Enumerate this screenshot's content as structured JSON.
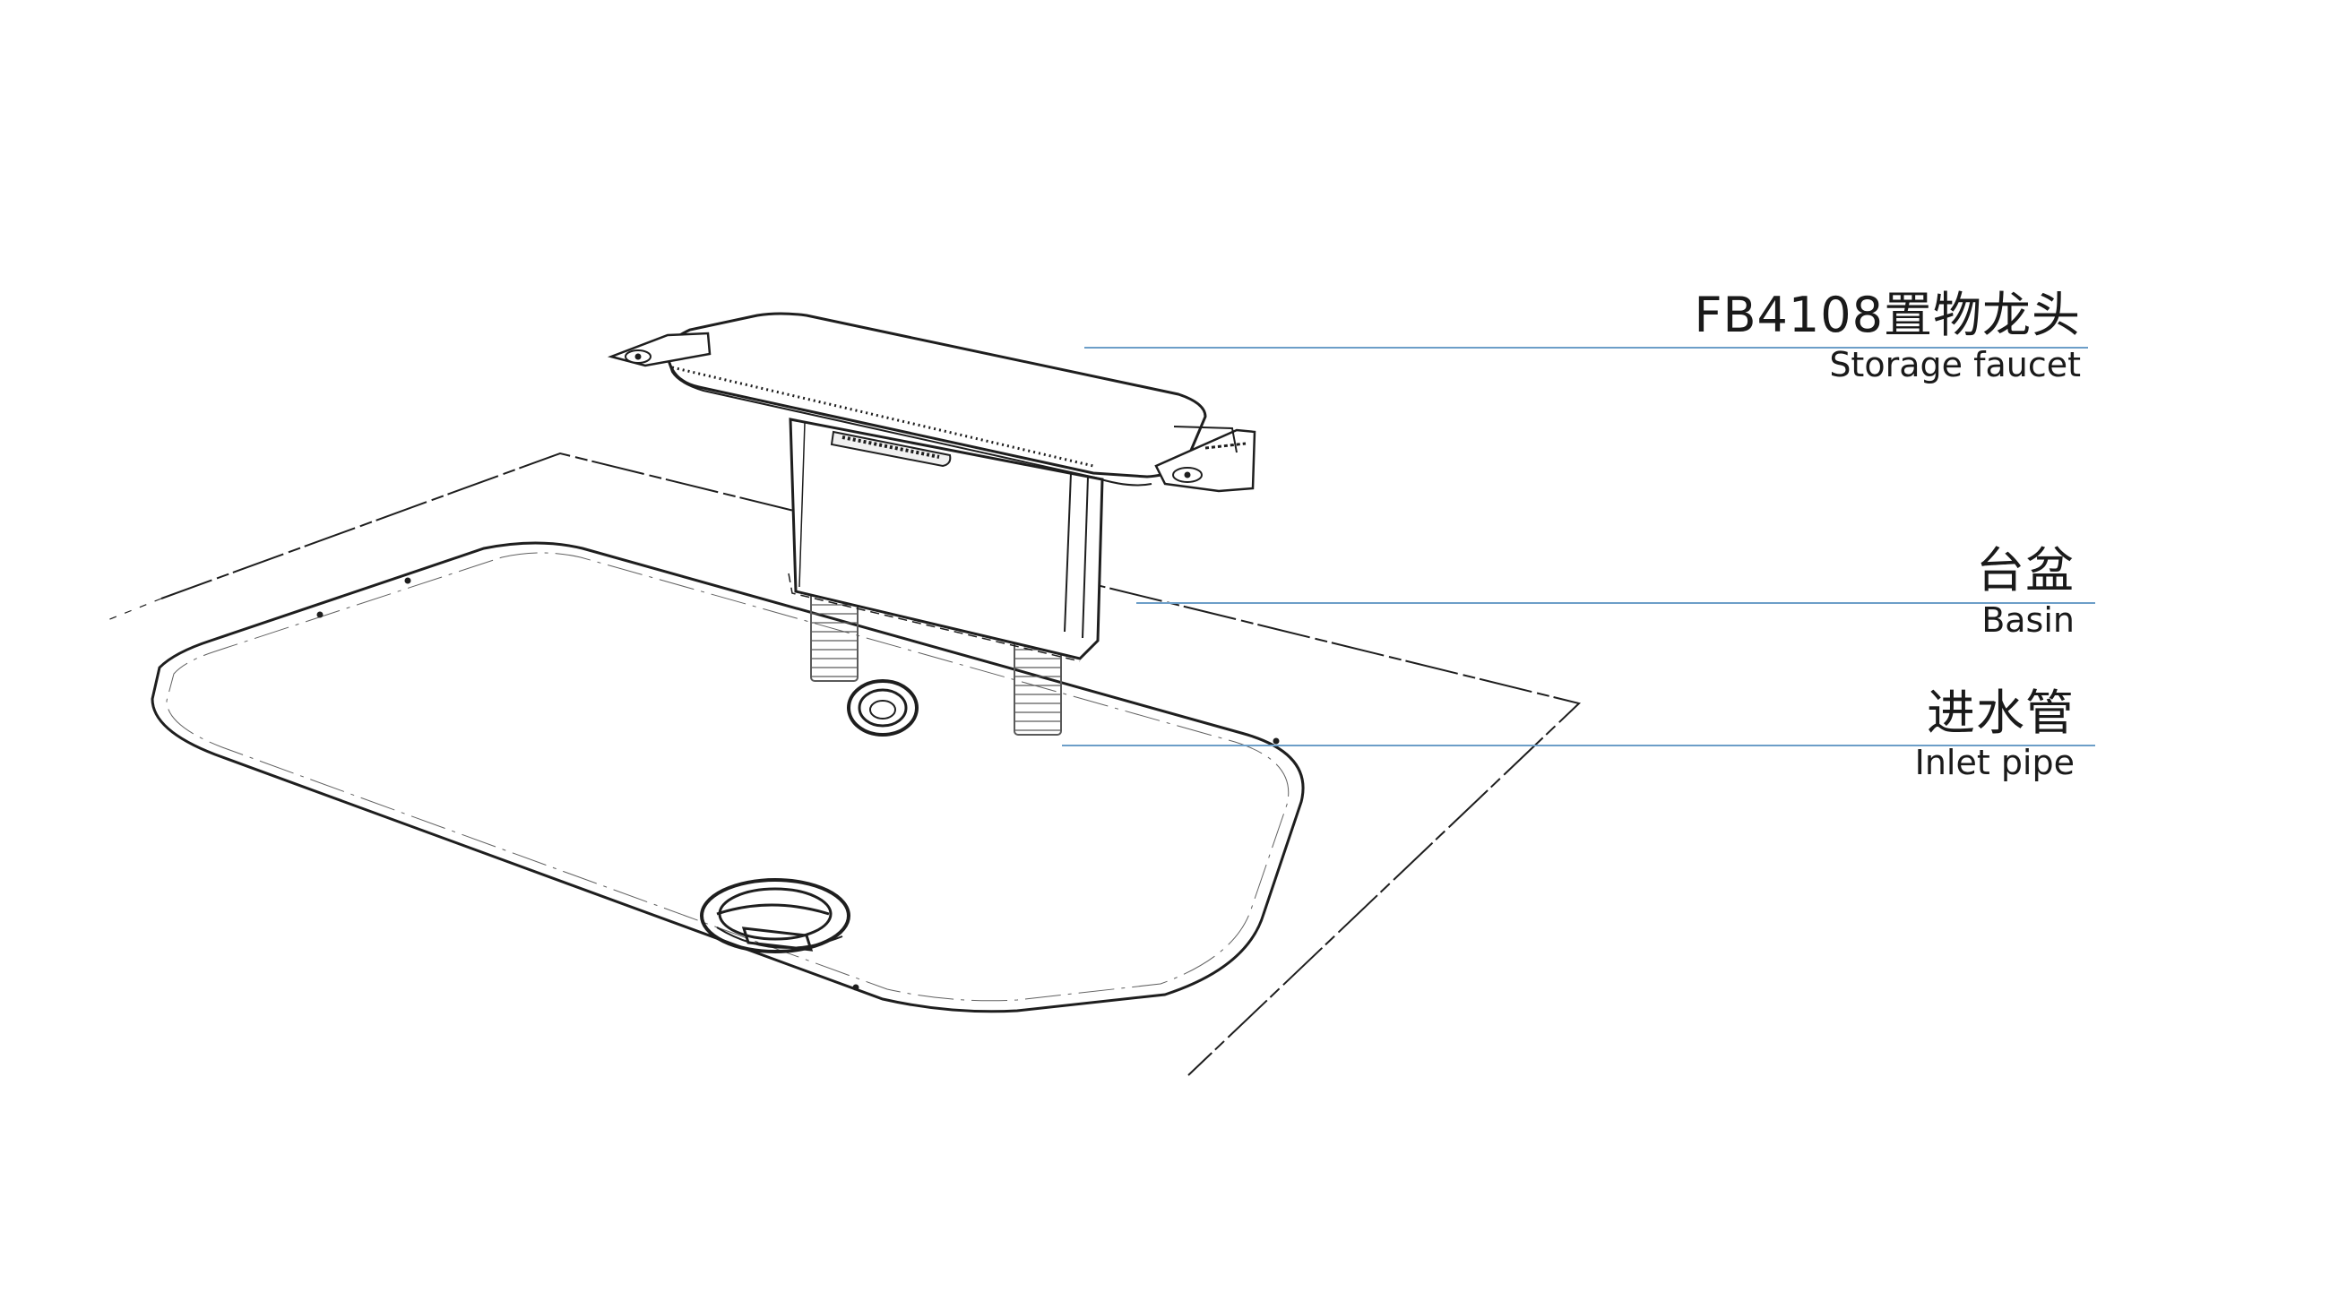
{
  "callouts": {
    "faucet": {
      "cn": "FB4108置物龙头",
      "en": "Storage faucet"
    },
    "basin": {
      "cn": "台盆",
      "en": "Basin"
    },
    "pipe": {
      "cn": "进水管",
      "en": "Inlet pipe"
    }
  },
  "colors": {
    "leader_line": "#6c9ec8",
    "drawing_stroke": "#1e1e1e",
    "label_text": "#1a1a1a"
  }
}
